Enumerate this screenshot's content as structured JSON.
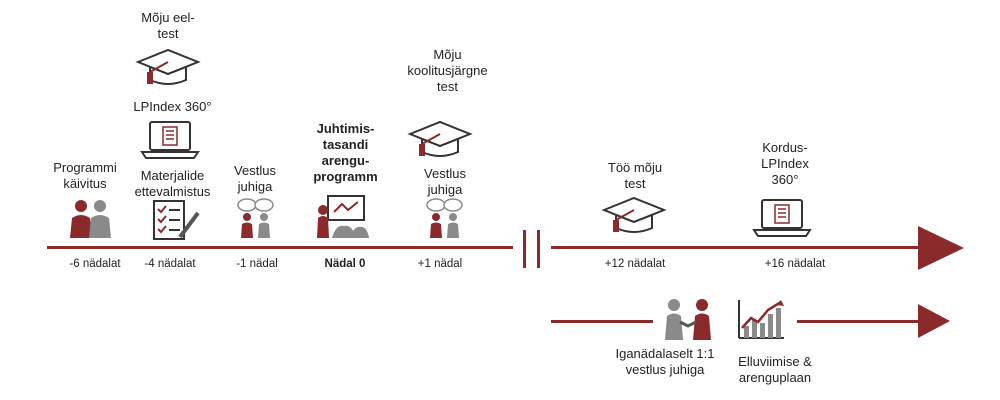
{
  "colors": {
    "accent": "#8b2a2a",
    "ink": "#333333",
    "gray": "#8a8a8a"
  },
  "timeline": {
    "ticks": [
      "-6 nädalat",
      "-4 nädalat",
      "-1 nädal",
      "Nädal 0",
      "+1 nädal",
      "+12 nädalat",
      "+16 nädalat"
    ]
  },
  "steps": {
    "kickoff": "Programmi\nkäivitus",
    "materials": "Materjalide\nettevalmistus",
    "pretest": "Mõju eel-\ntest",
    "lpindex": "LPIndex 360°",
    "interview1": "Vestlus\njuhiga",
    "program": "Juhtimis-\ntasandi\narengu-\nprogramm",
    "posttest": "Mõju\nkoolitusjärgne\ntest",
    "interview2": "Vestlus\njuhiga",
    "worktest": "Töö mõju\ntest",
    "relpindex": "Kordus-\nLPIndex\n360°"
  },
  "ongoing": {
    "weekly": "Iganädalaselt 1:1\nvestlus juhiga",
    "plan": "Elluviimise &\narenguplaan"
  },
  "icons": [
    "people-icon",
    "checklist-icon",
    "graduation-cap-icon",
    "laptop-icon",
    "conversation-icon",
    "presentation-icon",
    "graduation-cap-icon",
    "conversation-icon",
    "graduation-cap-icon",
    "laptop-icon",
    "handshake-icon",
    "growth-chart-icon"
  ]
}
